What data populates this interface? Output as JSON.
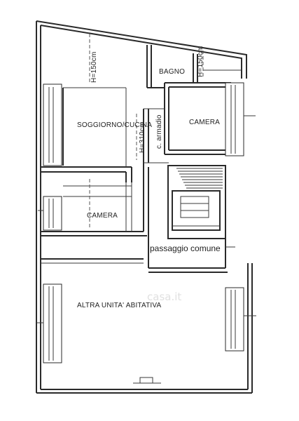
{
  "rooms": {
    "soggiorno": "SOGGIORNO/CUCINA",
    "bagno": "BAGNO",
    "camera_top": "CAMERA",
    "camera_mid": "CAMERA",
    "armadio": "c. armadio",
    "passaggio": "passaggio comune",
    "altra": "ALTRA UNITA' ABITATIVA"
  },
  "heights": {
    "h1": "H=150cm",
    "h2": "H=150cm",
    "h3": "H=310cm"
  },
  "watermark": "casa.it"
}
